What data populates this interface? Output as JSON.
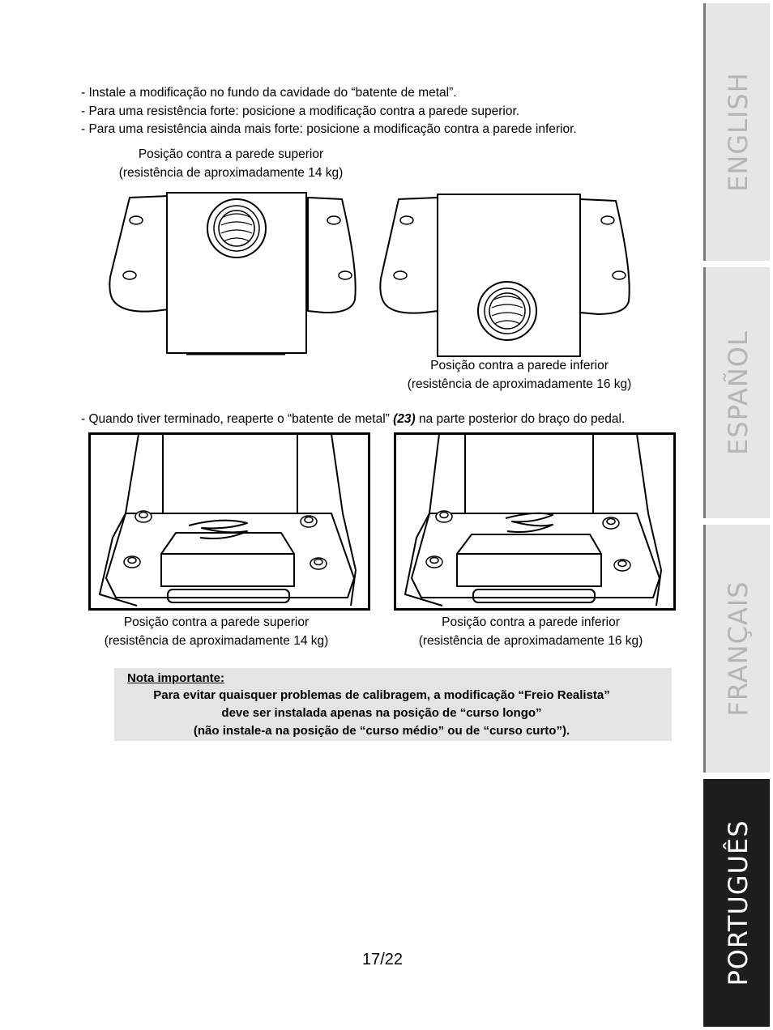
{
  "bullets": [
    "- Instale a modificação no fundo da cavidade do “batente de metal”.",
    "- Para uma resistência forte: posicione a modificação contra a parede superior.",
    "- Para uma resistência ainda mais forte: posicione a modificação contra a parede inferior."
  ],
  "figures_top": {
    "upper_caption": [
      "Posição contra a parede superior",
      "(resistência de aproximadamente 14 kg)"
    ],
    "lower_caption": [
      "Posição contra a parede inferior",
      "(resistência de aproximadamente 16 kg)"
    ]
  },
  "instruction": {
    "before": "- Quando tiver terminado, reaperte o “batente de metal” ",
    "ref": "(23)",
    "after": " na parte posterior do braço do pedal."
  },
  "figures_bottom": {
    "left_caption": [
      "Posição contra a parede superior",
      "(resistência de aproximadamente 14 kg)"
    ],
    "right_caption": [
      "Posição contra a parede inferior",
      "(resistência de aproximadamente 16 kg)"
    ]
  },
  "note": {
    "title": "Nota importante:",
    "lines": [
      "Para evitar quaisquer problemas de calibragem, a modificação “Freio Realista”",
      "deve ser instalada apenas na posição de “curso longo”",
      "(não instale-a na posição de “curso médio” ou de “curso curto”)."
    ]
  },
  "page_number": "17/22",
  "language_tabs": [
    {
      "label": "ENGLISH",
      "active": false
    },
    {
      "label": "ESPAÑOL",
      "active": false
    },
    {
      "label": "FRANÇAIS",
      "active": false
    },
    {
      "label": "PORTUGUÊS",
      "active": true
    }
  ]
}
